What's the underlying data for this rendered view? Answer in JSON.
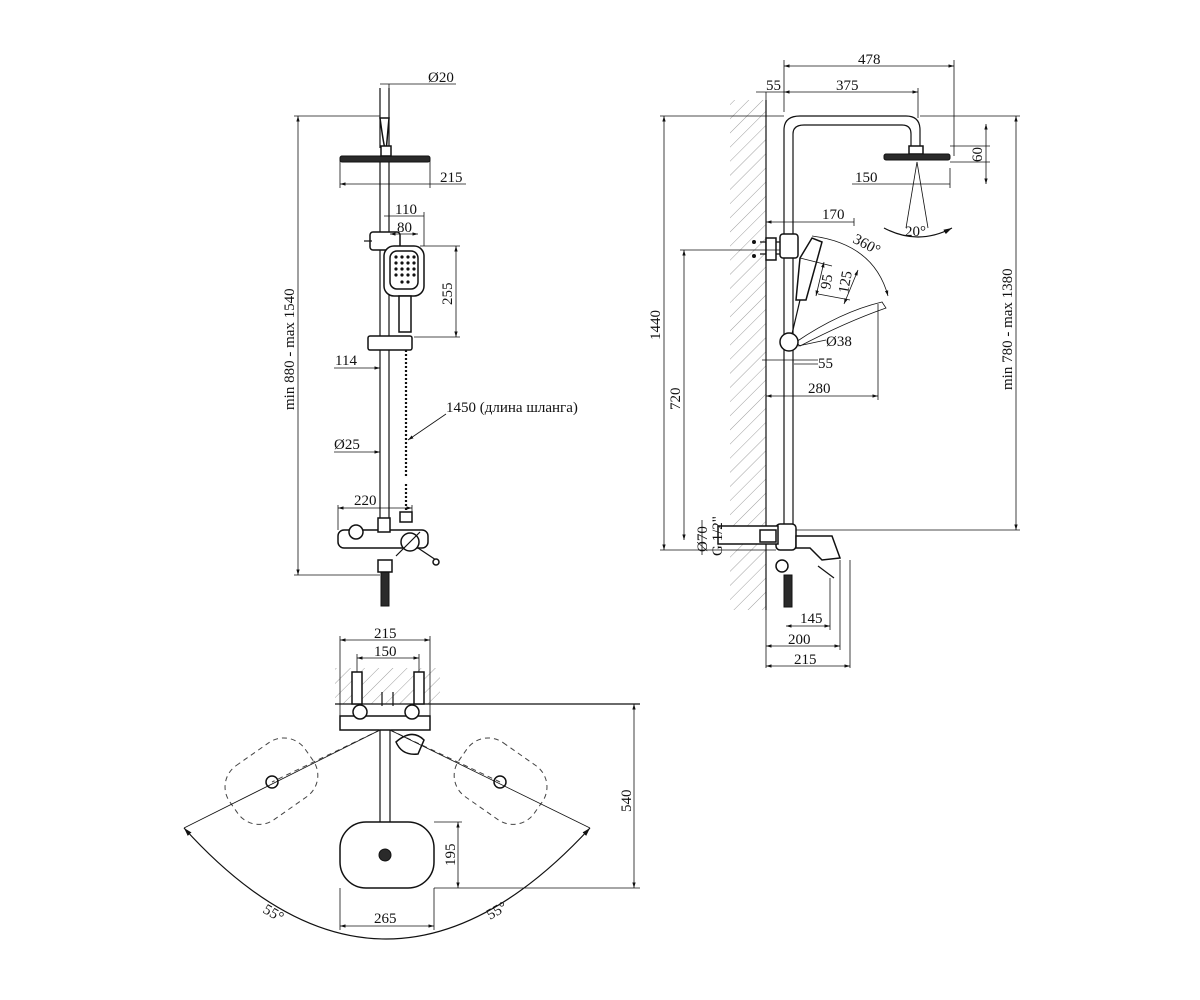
{
  "front_view": {
    "rain_pipe_dia": "Ø20",
    "rain_head_width": "215",
    "hand_shower_total": "110",
    "hand_shower_head": "80",
    "hand_shower_length": "255",
    "holder_offset": "114",
    "total_height": "min 880 - max 1540",
    "hose_length": "1450 (длина шланга)",
    "bar_dia": "Ø25",
    "mixer_width": "220"
  },
  "side_view": {
    "total_reach": "478",
    "wall_offset": "55",
    "arm_length": "375",
    "head_thickness": "60",
    "head_half": "150",
    "spray_angle": "20°",
    "hand_offset": "170",
    "rotation": "360°",
    "hand_dim_a": "95",
    "hand_dim_b": "125",
    "holder_dia": "Ø38",
    "holder_depth": "55",
    "hand_reach": "280",
    "overall_height": "1440",
    "mixer_to_holder": "720",
    "head_height": "min 780 - max 1380",
    "flange_dia": "Ø70",
    "thread": "G 1/2\"",
    "spout_145": "145",
    "spout_200": "200",
    "spout_215": "215"
  },
  "top_view": {
    "width_215": "215",
    "connection_150": "150",
    "depth_540": "540",
    "head_depth_195": "195",
    "head_width_265": "265",
    "angle_left": "55°",
    "angle_right": "55°"
  }
}
